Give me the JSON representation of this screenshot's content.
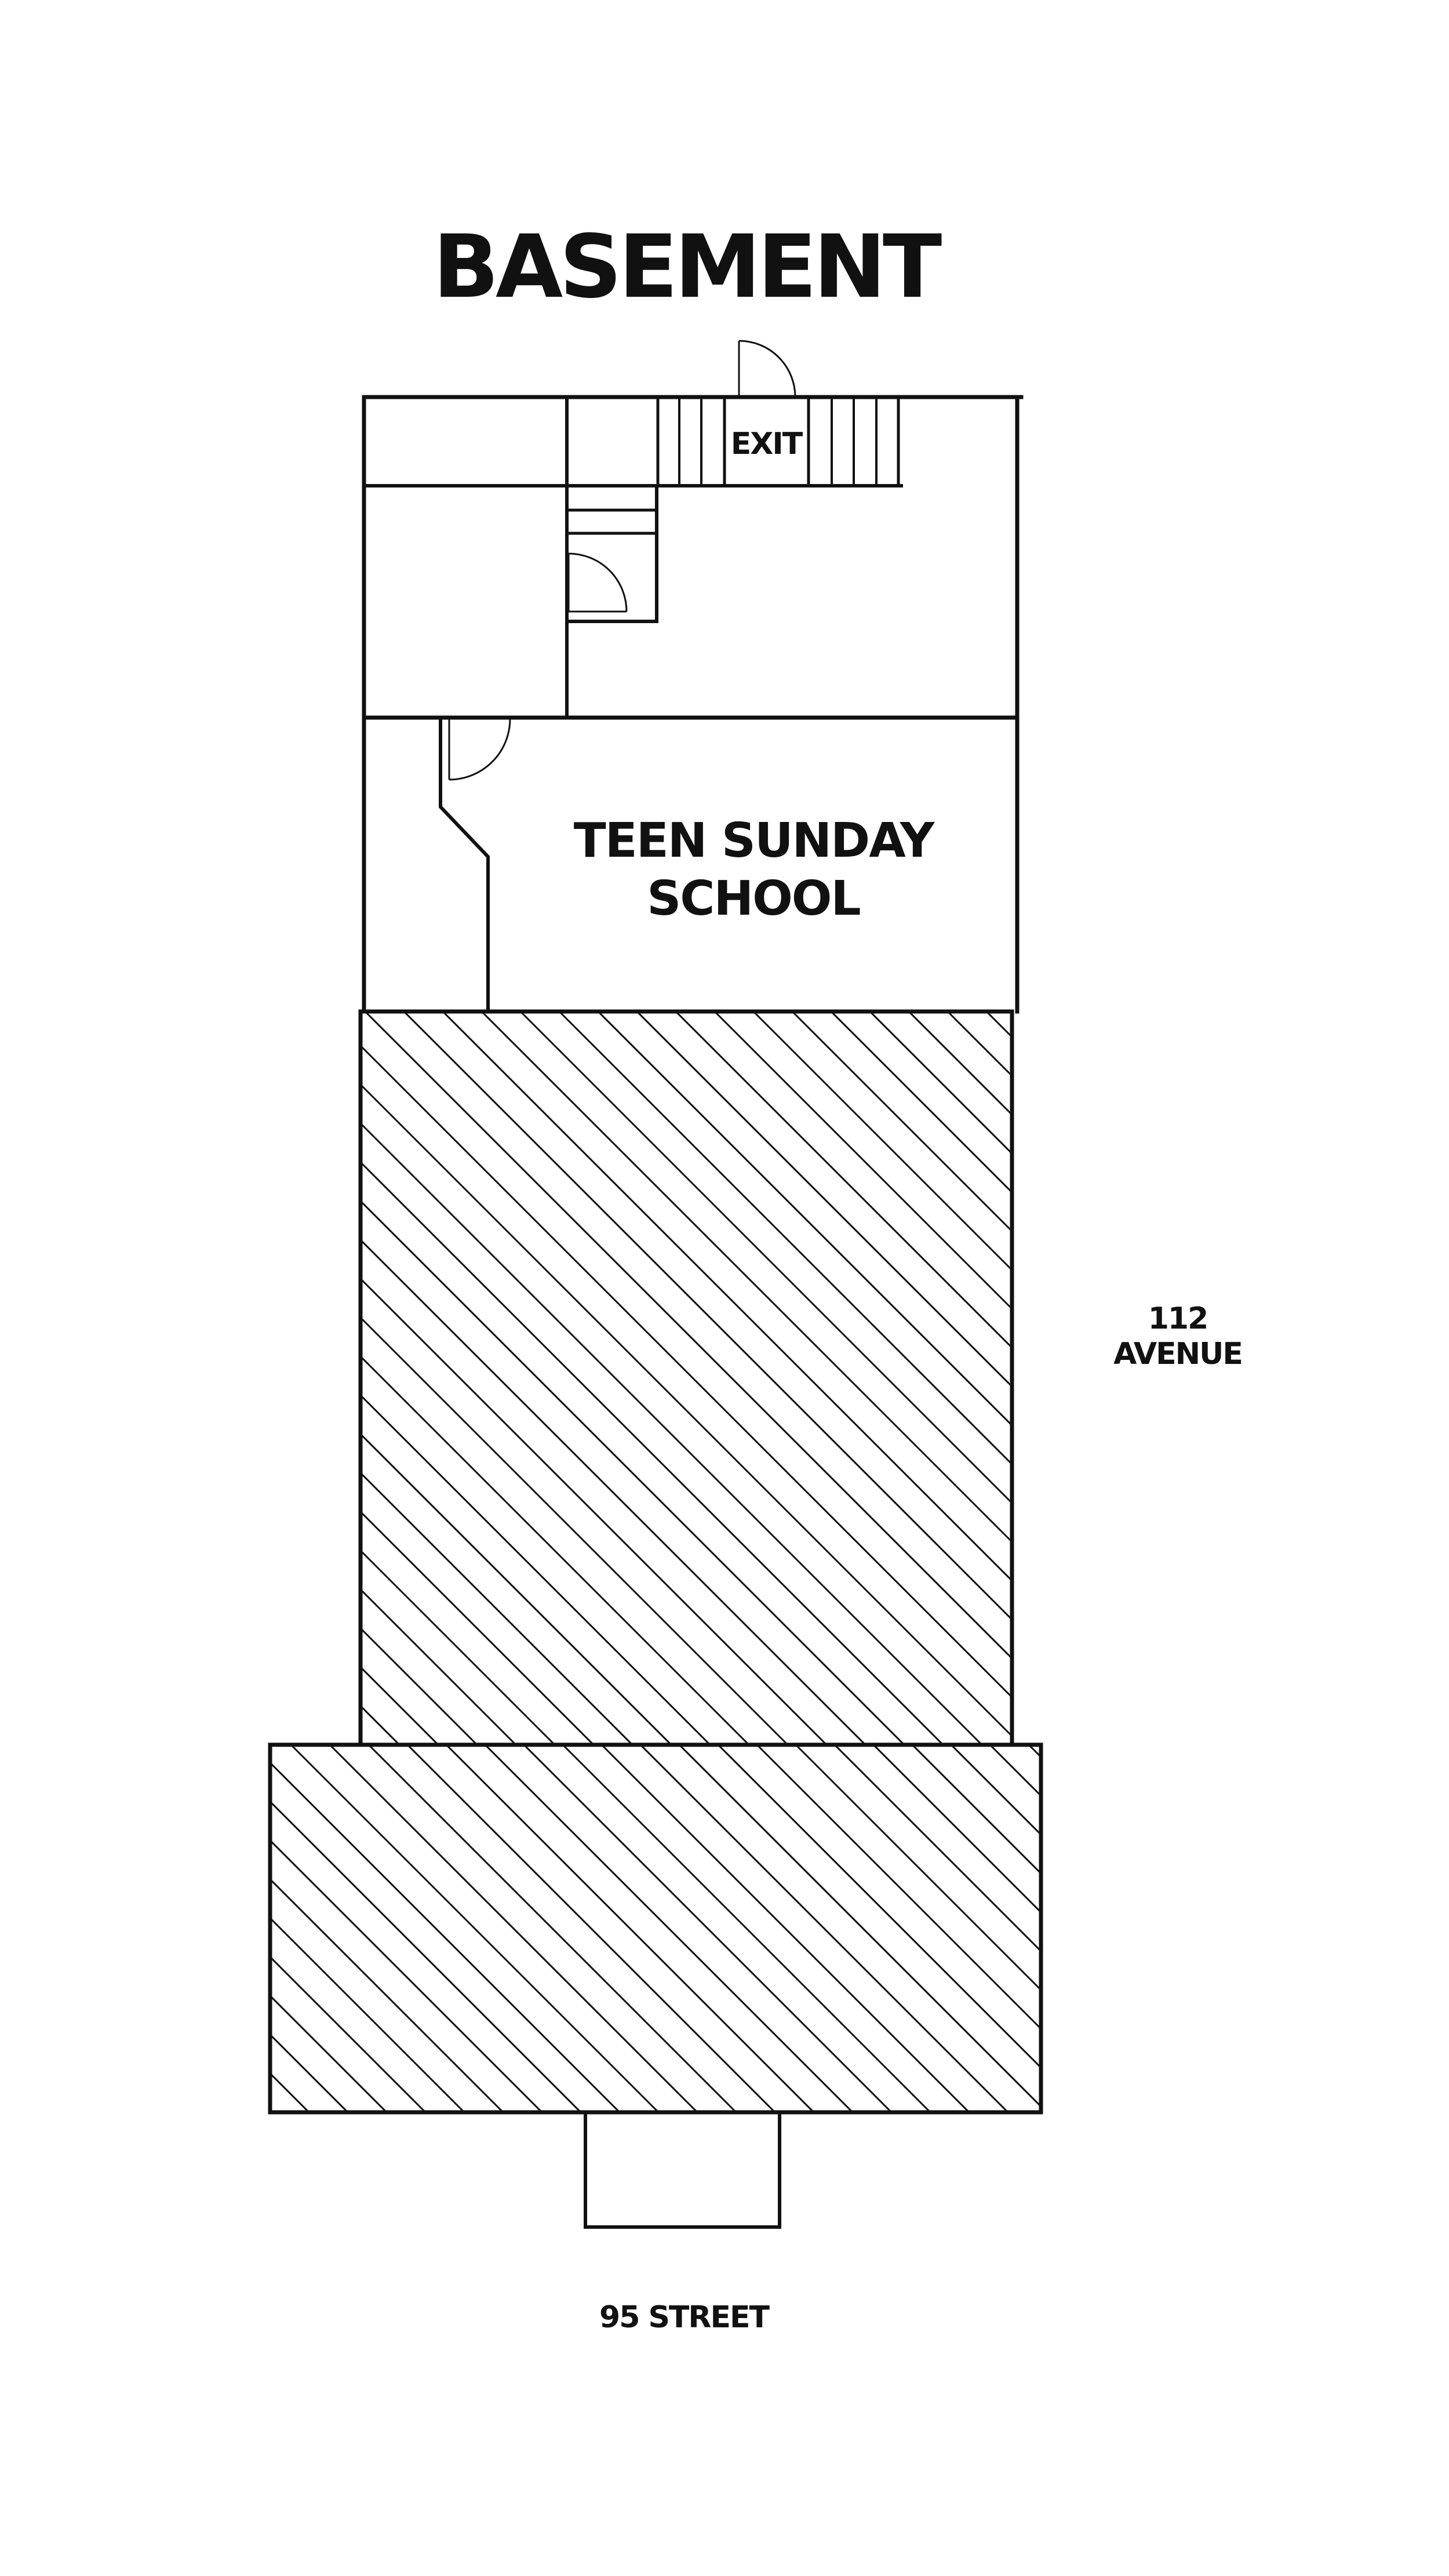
{
  "title": "BASEMENT",
  "rooms": {
    "teen_room_line1": "TEEN SUNDAY",
    "teen_room_line2": "SCHOOL",
    "exit": "EXIT"
  },
  "streets": {
    "avenue_line1": "112",
    "avenue_line2": "AVENUE",
    "street": "95 STREET"
  },
  "colors": {
    "ink": "#111111",
    "background": "#ffffff"
  }
}
